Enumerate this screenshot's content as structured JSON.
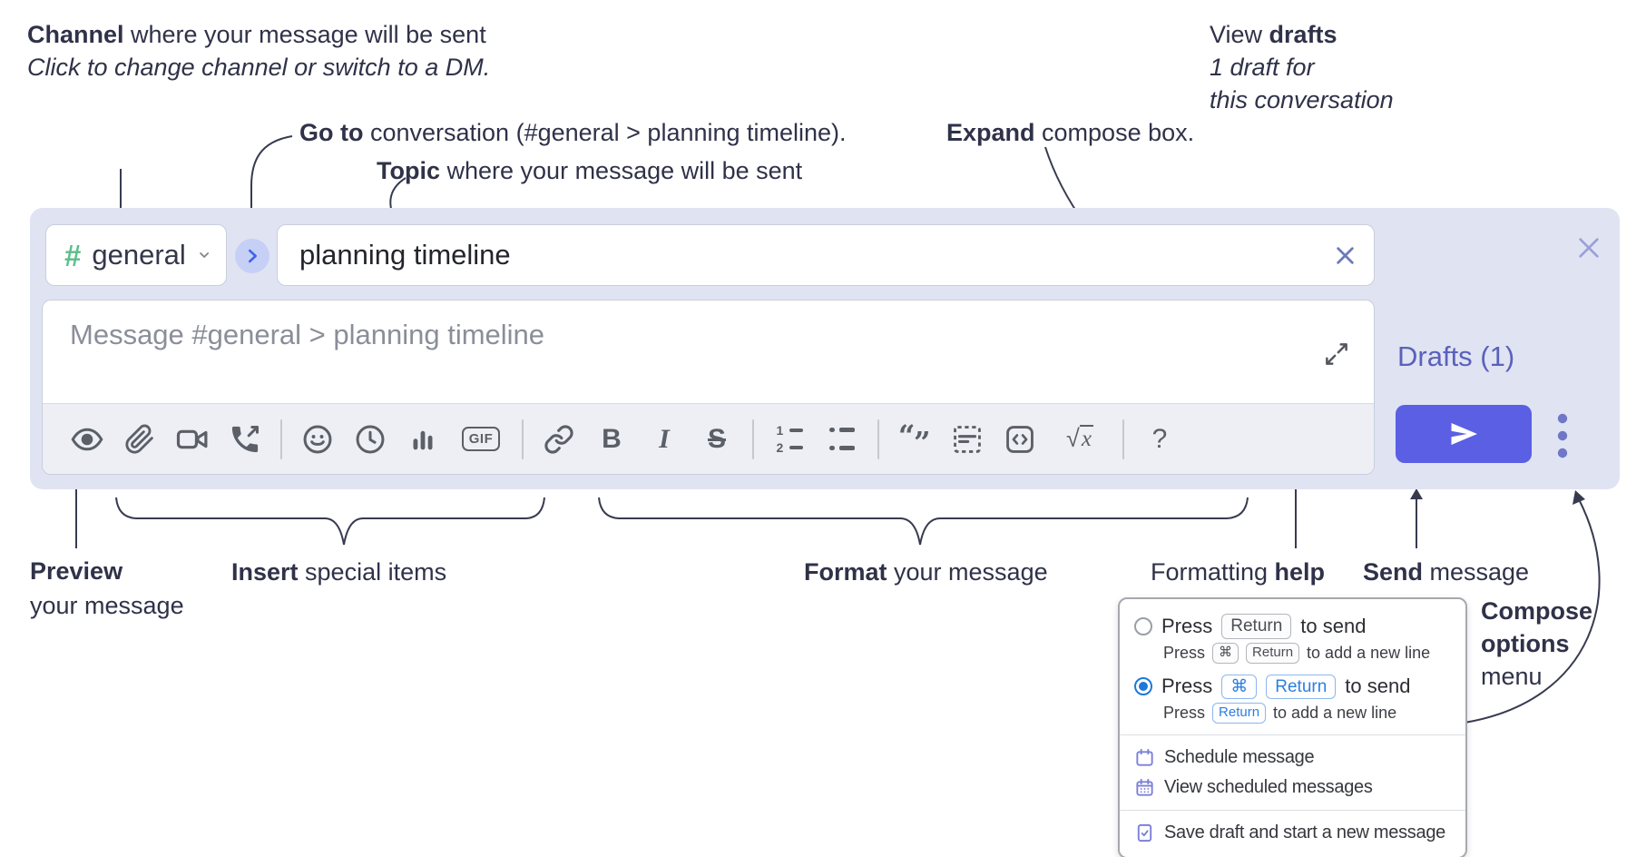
{
  "annotations": {
    "channel": {
      "bold": "Channel",
      "rest": " where your message will be sent",
      "sub": "Click to change channel or switch to a DM."
    },
    "goto": {
      "bold": "Go to",
      "rest": " conversation (#general > planning timeline)."
    },
    "topic": {
      "bold": "Topic",
      "rest": " where your message will be sent"
    },
    "expand": {
      "bold": "Expand",
      "rest": " compose box."
    },
    "view_drafts": {
      "line1_regular": "View ",
      "line1_bold": "drafts",
      "line2": "1 draft for",
      "line3": "this conversation"
    },
    "preview": {
      "bold": "Preview",
      "rest": "your message"
    },
    "insert": {
      "bold": "Insert",
      "rest": " special items"
    },
    "format": {
      "bold": "Format",
      "rest": " your message"
    },
    "formatting_help": {
      "regular": "Formatting ",
      "bold": "help"
    },
    "send": {
      "bold": "Send",
      "rest": " message"
    },
    "compose_options": {
      "line1": "Compose",
      "line2": "options",
      "line3": "menu"
    }
  },
  "compose": {
    "channel_selector": {
      "hash": "#",
      "label": "general"
    },
    "topic_input": {
      "value": "planning timeline"
    },
    "message_input": {
      "placeholder": "Message #general > planning timeline"
    },
    "drafts_link": "Drafts (1)",
    "toolbar": {
      "gif": "GIF",
      "bold": "B",
      "italic": "I",
      "strike": "S",
      "ol1": "1",
      "ol2": "2",
      "quote_open": "“",
      "quote_close": "”",
      "math_root": "√",
      "math_var": "x",
      "help": "?",
      "icons": [
        "preview-eye",
        "attach-paperclip",
        "video-call",
        "voice-call",
        "emoji",
        "time",
        "poll",
        "gif",
        "link",
        "bold",
        "italic",
        "strikethrough",
        "numbered-list",
        "bulleted-list",
        "quote",
        "spoiler",
        "code",
        "math",
        "help"
      ]
    }
  },
  "popup": {
    "option1": {
      "press": "Press",
      "key": "Return",
      "suffix": "to send",
      "sub_press": "Press",
      "sub_key1": "⌘",
      "sub_key2": "Return",
      "sub_suffix": "to add a new line",
      "selected": false
    },
    "option2": {
      "press": "Press",
      "key1": "⌘",
      "key2": "Return",
      "suffix": "to send",
      "sub_press": "Press",
      "sub_key": "Return",
      "sub_suffix": "to add a new line",
      "selected": true
    },
    "items": [
      {
        "icon": "calendar-icon",
        "label": "Schedule message"
      },
      {
        "icon": "calendar-grid-icon",
        "label": "View scheduled messages"
      },
      {
        "icon": "save-draft-icon",
        "label": "Save draft and start a new message"
      }
    ]
  },
  "colors": {
    "accent_send": "#5a5fe3",
    "channel_green": "#5cbe8a",
    "link_purple": "#5a61bb",
    "container_lavender": "#e0e3f2",
    "radio_blue": "#1f78d8",
    "annotation_navy": "#2f3248"
  }
}
